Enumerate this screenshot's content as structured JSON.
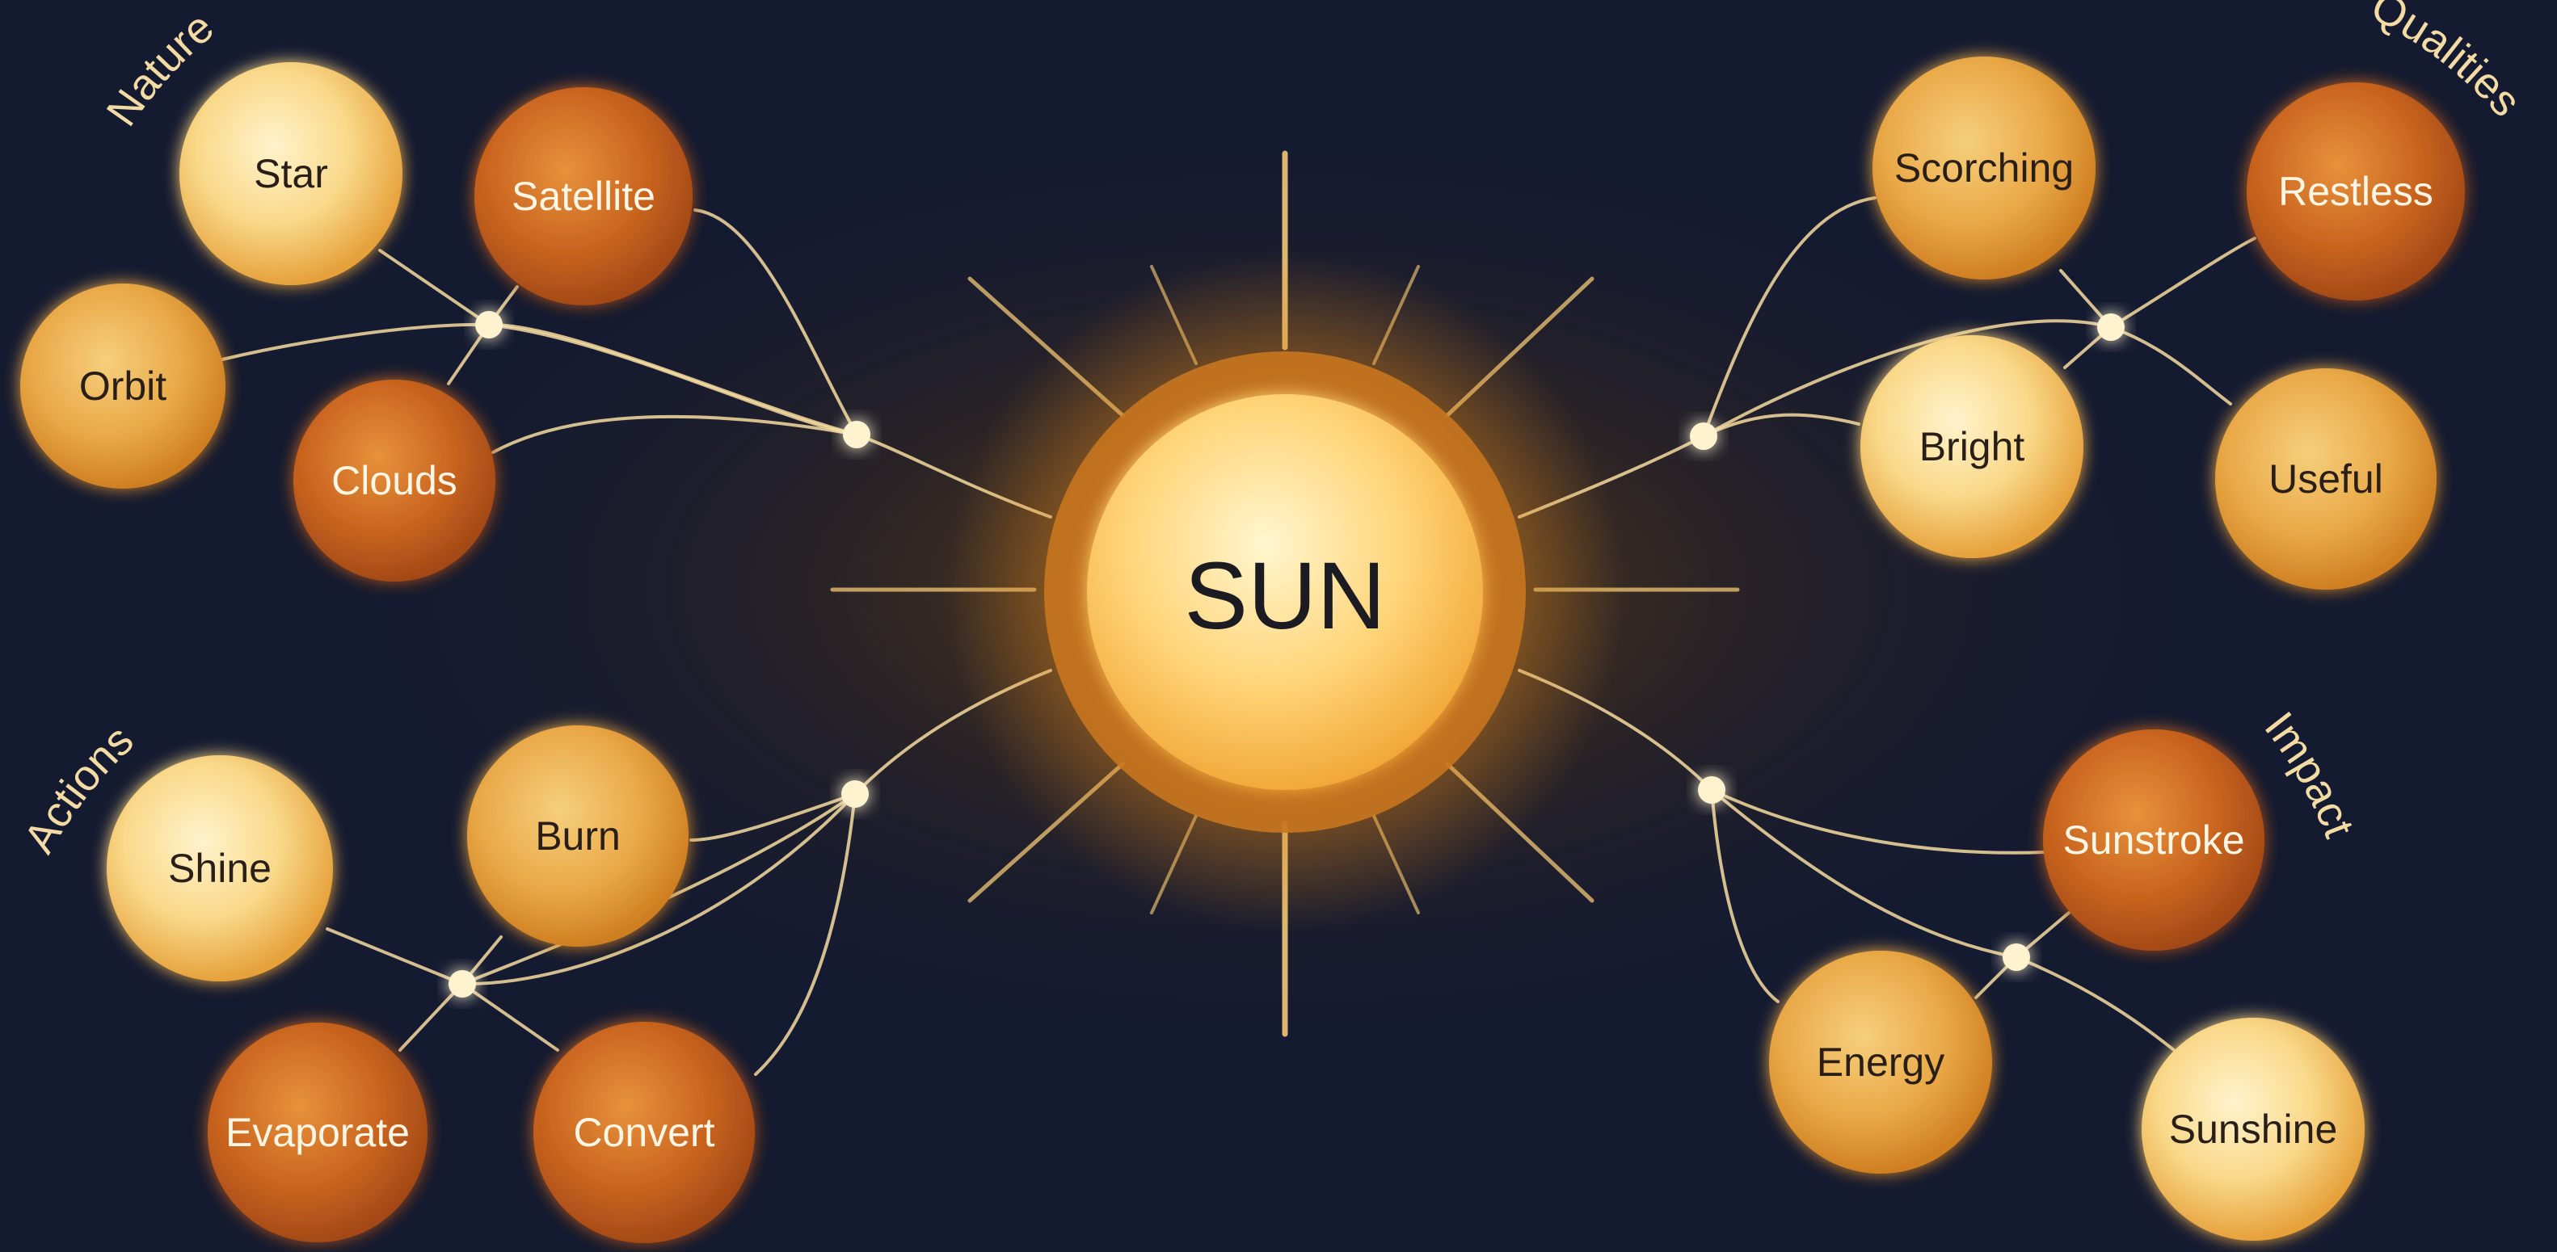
{
  "center": {
    "label": "SUN"
  },
  "categories": {
    "nature": "Nature",
    "qualities": "Qualities",
    "actions": "Actions",
    "impact": "Impact"
  },
  "nodes": {
    "star": "Star",
    "satellite": "Satellite",
    "orbit": "Orbit",
    "clouds": "Clouds",
    "scorching": "Scorching",
    "restless": "Restless",
    "bright": "Bright",
    "useful": "Useful",
    "shine": "Shine",
    "burn": "Burn",
    "evaporate": "Evaporate",
    "convert": "Convert",
    "sunstroke": "Sunstroke",
    "energy": "Energy",
    "sunshine": "Sunshine"
  },
  "colors": {
    "background": "#141a30",
    "light_node": "#f9d98a",
    "dark_node": "#c9641f",
    "connector": "#f6dca0",
    "label": "#f4dba3"
  }
}
